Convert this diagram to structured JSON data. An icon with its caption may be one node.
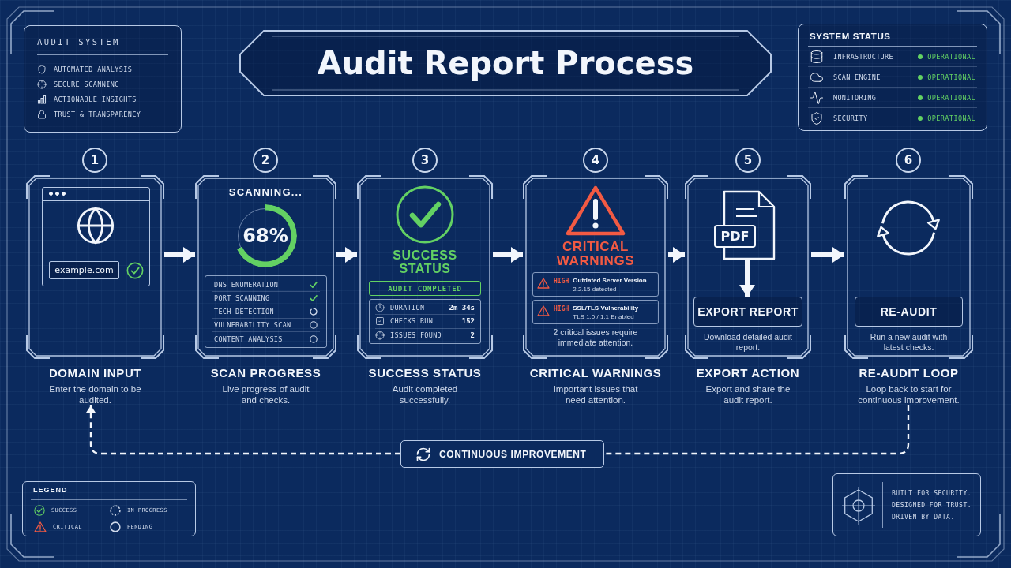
{
  "diagram": {
    "title": "Audit Report Process",
    "nodes": [
      {
        "text": [
          "AUDIT SYSTEM",
          "AUTOMATED ANALYSIS",
          "SECURE SCANNING",
          "ACTIONABLE INSIGHTS",
          "TRUST & TRANSPARENCY"
        ]
      },
      {
        "text": [
          "SYSTEM STATUS",
          "INFRASTRUCTURE",
          "OPERATIONAL",
          "SCAN ENGINE",
          "OPERATIONAL",
          "MONITORING",
          "OPERATIONAL",
          "SECURITY",
          "OPERATIONAL"
        ]
      },
      {
        "text": [
          "1"
        ]
      },
      {
        "text": [
          "DOMAIN INPUT",
          "Enter the domain to be audited."
        ]
      },
      {
        "text": [
          "example.com"
        ],
        "in": 3
      },
      {
        "text": [
          "2"
        ]
      },
      {
        "text": [
          "SCANNING...",
          "SCAN PROGRESS",
          "Live progress of audit and checks."
        ]
      },
      {
        "text": [
          "68%"
        ],
        "in": 6
      },
      {
        "text": [
          "DNS ENUMERATION",
          "PORT SCANNING",
          "TECH DETECTION",
          "VULNERABILITY SCAN",
          "CONTENT ANALYSIS"
        ],
        "in": 6
      },
      {
        "text": [
          "3"
        ]
      },
      {
        "text": [
          "SUCCESS STATUS",
          "SUCCESS STATUS",
          "Audit completed successfully."
        ]
      },
      {
        "text": [
          "AUDIT COMPLETED"
        ],
        "in": 10
      },
      {
        "text": [
          "DURATION",
          "2m 34s",
          "CHECKS RUN",
          "152",
          "ISSUES FOUND",
          "2"
        ],
        "in": 10
      },
      {
        "text": [
          "4"
        ]
      },
      {
        "text": [
          "CRITICAL WARNINGS",
          "2 critical issues require immediate attention.",
          "CRITICAL WARNINGS",
          "Important issues that need attention."
        ]
      },
      {
        "text": [
          "HIGH",
          "Outdated Server Version",
          "2.2.15 detected"
        ],
        "in": 14
      },
      {
        "text": [
          "HIGH",
          "SSL/TLS Vulnerability",
          "TLS 1.0 / 1.1 Enabled"
        ],
        "in": 14
      },
      {
        "text": [
          "5"
        ]
      },
      {
        "text": [
          "Download detailed audit report.",
          "EXPORT ACTION",
          "Export and share the audit report."
        ]
      },
      {
        "text": [
          "PDF"
        ],
        "in": 18
      },
      {
        "text": [
          "EXPORT REPORT"
        ],
        "in": 18
      },
      {
        "text": [
          "6"
        ]
      },
      {
        "text": [
          "Run a new audit with latest checks.",
          "RE-AUDIT LOOP",
          "Loop back to start for continuous improvement."
        ]
      },
      {
        "text": [
          "RE-AUDIT"
        ],
        "in": 22
      },
      {
        "text": [
          "CONTINUOUS IMPROVEMENT"
        ]
      },
      {
        "text": [
          "BUILT FOR SECURITY.",
          "DESIGNED FOR TRUST.",
          "DRIVEN BY DATA."
        ]
      }
    ],
    "edges": [
      {
        "from": 3,
        "to": 6,
        "arrow": "to"
      },
      {
        "from": 6,
        "to": 10,
        "arrow": "to"
      },
      {
        "from": 10,
        "to": 14,
        "arrow": "to"
      },
      {
        "from": 14,
        "to": 18,
        "arrow": "to"
      },
      {
        "from": 18,
        "to": 22,
        "arrow": "to"
      },
      {
        "from": 19,
        "to": 20,
        "arrow": "to"
      },
      {
        "from": 22,
        "to": 24,
        "arrow": "none",
        "style": "dashed"
      },
      {
        "from": 24,
        "to": 3,
        "arrow": "to",
        "style": "dashed"
      }
    ],
    "labels": [
      "LEGEND"
    ],
    "legend": [
      {
        "text": "SUCCESS"
      },
      {
        "text": "IN PROGRESS"
      },
      {
        "text": "CRITICAL"
      },
      {
        "text": "PENDING"
      }
    ]
  }
}
